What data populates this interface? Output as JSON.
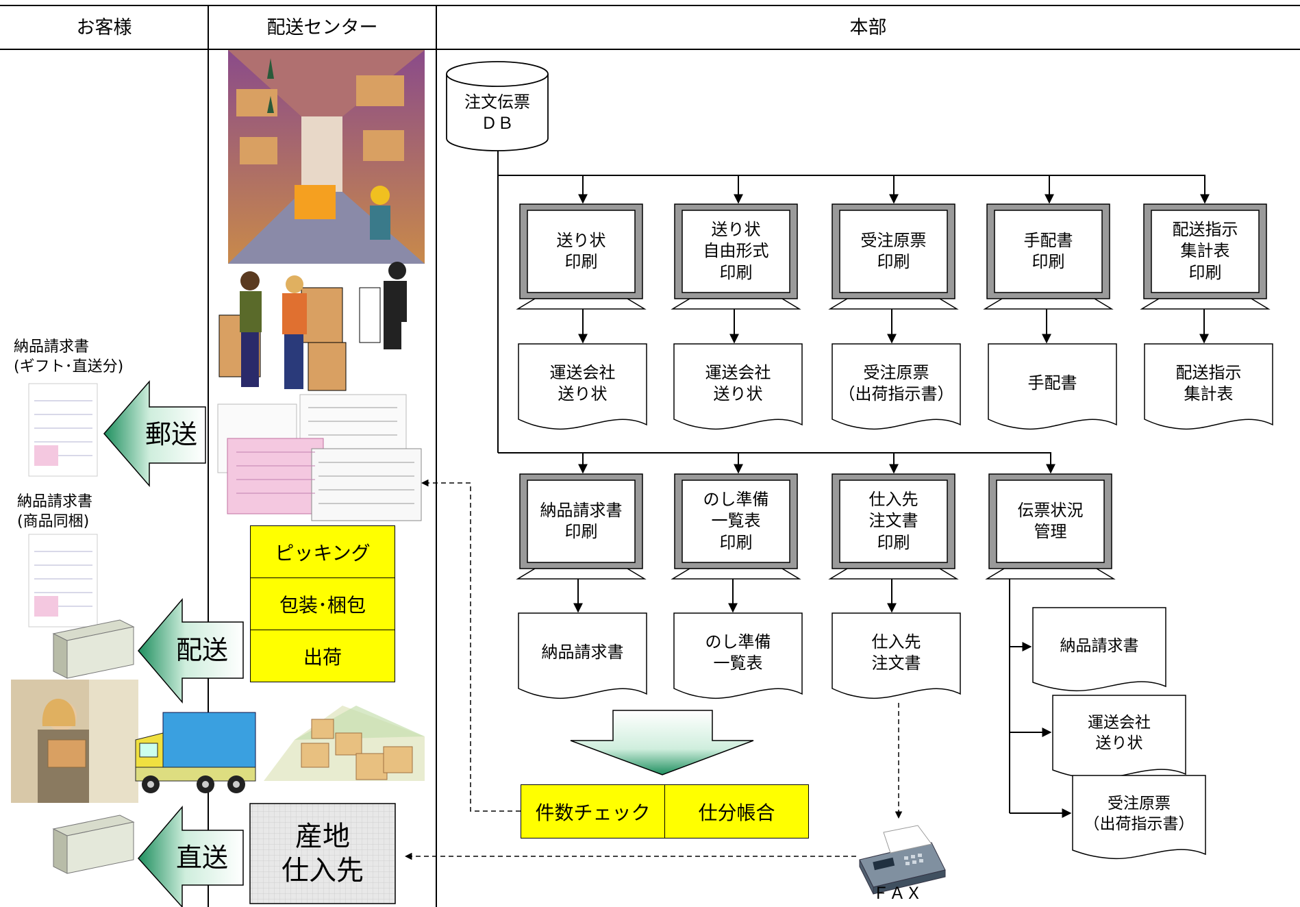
{
  "headers": {
    "customer": "お客様",
    "center": "配送センター",
    "hq": "本部"
  },
  "db": {
    "label": "注文伝票\nＤＢ"
  },
  "row1_screens": [
    "送り状\n印刷",
    "送り状\n自由形式\n印刷",
    "受注原票\n印刷",
    "手配書\n印刷",
    "配送指示\n集計表\n印刷"
  ],
  "row1_docs": [
    "運送会社\n送り状",
    "運送会社\n送り状",
    "受注原票\n（出荷指示書）",
    "手配書",
    "配送指示\n集計表"
  ],
  "row2_screens": [
    "納品請求書\n印刷",
    "のし準備\n一覧表\n印刷",
    "仕入先\n注文書\n印刷",
    "伝票状況\n管理"
  ],
  "row2_docs": [
    "納品請求書",
    "のし準備\n一覧表",
    "仕入先\n注文書"
  ],
  "status_docs": [
    "納品請求書",
    "運送会社\n送り状",
    "受注原票\n（出荷指示書）"
  ],
  "checks": {
    "count": "件数チェック",
    "sort": "仕分帳合"
  },
  "center_steps": [
    "ピッキング",
    "包装･梱包",
    "出荷"
  ],
  "supplier": "産地\n仕入先",
  "fax": "ＦＡＸ",
  "customer_docs": {
    "gift": "納品請求書\n(ギフト･直送分)",
    "bundled": "納品請求書\n(商品同梱)"
  },
  "arrows": {
    "mail": "郵送",
    "delivery": "配送",
    "direct": "直送"
  },
  "colors": {
    "highlight": "#ffff00",
    "arrow_green_dark": "#1f8f5f",
    "arrow_green_light": "#e9f7ee",
    "screen_gray": "#999999"
  }
}
